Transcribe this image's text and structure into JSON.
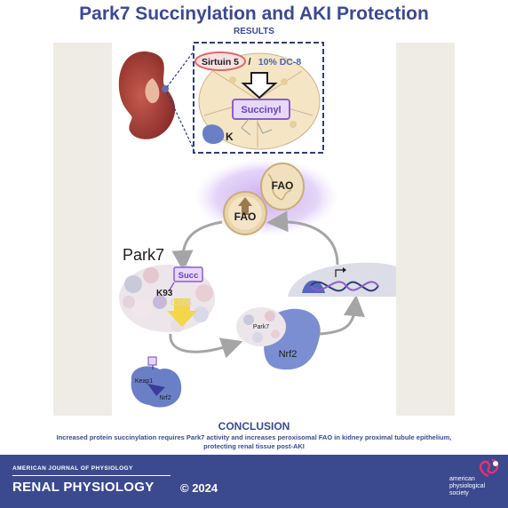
{
  "header": {
    "title": "Park7 Succinylation and AKI Protection",
    "subtitle": "RESULTS"
  },
  "diagram": {
    "sirtuin_label": "Sirtuin 5",
    "separator": "/",
    "dc8_label": "10% DC-8",
    "succinyl_label": "Succinyl",
    "lysine_label": "K",
    "fao_top_label": "FAO",
    "fao_main_label": "FAO",
    "park7_big_label": "Park7",
    "succ_tag_label": "Succ",
    "k93_label": "K93",
    "c106_label": "C106",
    "park7_small_label": "Park7",
    "nrf2_label": "Nrf2",
    "keap1_label": "Keap1",
    "nrf2_small_label": "Nrf2"
  },
  "conclusion": {
    "title": "CONCLUSION",
    "text": "Increased protein succinylation requires Park7 activity and increases peroxisomal FAO in kidney proximal tubule epithelium, protecting renal tissue post-AKI"
  },
  "footer": {
    "journal_top": "AMERICAN JOURNAL OF PHYSIOLOGY",
    "journal_name": "RENAL PHYSIOLOGY",
    "copyright": "© 2024",
    "society_line1": "american",
    "society_line2": "physiological",
    "society_line3": "society"
  },
  "colors": {
    "brand": "#3b4a8f",
    "accent_purple": "#8b5fc7",
    "panel_bg": "#efece6",
    "kidney": "#a8403a"
  }
}
